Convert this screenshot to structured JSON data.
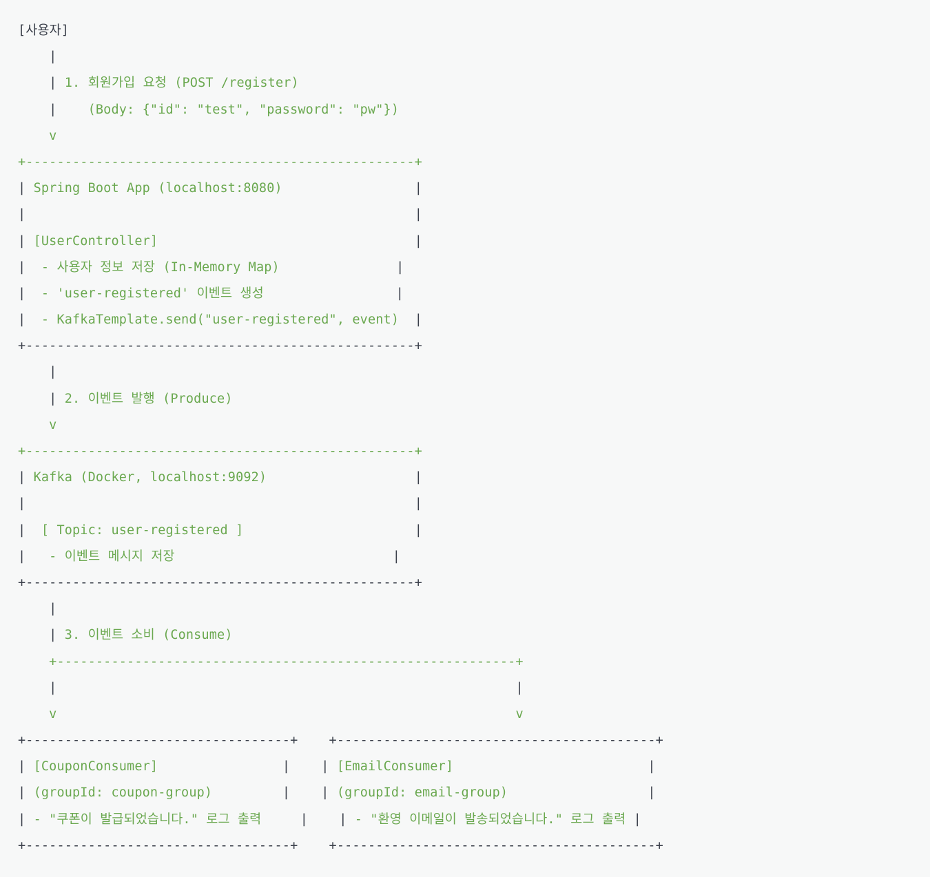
{
  "meta": {
    "kind": "ascii-art-architecture-diagram",
    "background_color": "#f7f8f8",
    "green_color": "#6aa84f",
    "dark_color": "#3a3f4a",
    "font": "monospace",
    "title": "Spring Boot + Kafka 이벤트 기반 회원가입 흐름도"
  },
  "colors": {
    "background": "#f7f8f8",
    "green": "#6aa84f",
    "dark": "#3a3f4a"
  },
  "actor": {
    "label": "[사용자]"
  },
  "steps": [
    {
      "number": "1.",
      "label": "회원가입 요청 (POST /register)",
      "detail": "(Body: {\"id\": \"test\", \"password\": \"pw\"})"
    },
    {
      "number": "2.",
      "label": "이벤트 발행 (Produce)",
      "detail": ""
    },
    {
      "number": "3.",
      "label": "이벤트 소비 (Consume)",
      "detail": ""
    }
  ],
  "boxes": [
    {
      "id": "spring-boot-app",
      "title": "Spring Boot App (localhost:8080)",
      "section": "[UserController]",
      "bullets": [
        "- 사용자 정보 저장 (In-Memory Map)",
        "- 'user-registered' 이벤트 생성",
        "- KafkaTemplate.send(\"user-registered\", event)"
      ]
    },
    {
      "id": "kafka",
      "title": "Kafka (Docker, localhost:9092)",
      "section": "[ Topic: user-registered ]",
      "bullets": [
        "- 이벤트 메시지 저장"
      ]
    },
    {
      "id": "coupon-consumer",
      "title": "[CouponConsumer]",
      "section": "(groupId: coupon-group)",
      "bullets": [
        "- \"쿠폰이 발급되었습니다.\" 로그 출력"
      ]
    },
    {
      "id": "email-consumer",
      "title": "[EmailConsumer]",
      "section": "(groupId: email-group)",
      "bullets": [
        "- \"환영 이메일이 발송되었습니다.\" 로그 출력"
      ]
    }
  ],
  "lines": [
    {
      "id": "l01",
      "segs": [
        {
          "t": "[사용자]",
          "c": "d"
        }
      ]
    },
    {
      "id": "l02",
      "segs": [
        {
          "t": "    ",
          "c": "g"
        },
        {
          "t": "|",
          "c": "d"
        }
      ]
    },
    {
      "id": "l03",
      "segs": [
        {
          "t": "    ",
          "c": "g"
        },
        {
          "t": "|",
          "c": "d"
        },
        {
          "t": " 1. 회원가입 요청 (POST /register)",
          "c": "g"
        }
      ]
    },
    {
      "id": "l04",
      "segs": [
        {
          "t": "    ",
          "c": "g"
        },
        {
          "t": "|",
          "c": "d"
        },
        {
          "t": "    (Body: {\"id\": \"test\", \"password\": \"pw\"})",
          "c": "g"
        }
      ]
    },
    {
      "id": "l05",
      "segs": [
        {
          "t": "    v",
          "c": "g"
        }
      ]
    },
    {
      "id": "l06",
      "segs": [
        {
          "t": "+--------------------------------------------------+",
          "c": "g"
        }
      ]
    },
    {
      "id": "l07",
      "segs": [
        {
          "t": "|",
          "c": "d"
        },
        {
          "t": " Spring Boot App (localhost:8080)",
          "c": "g"
        },
        {
          "t": "                 ",
          "c": "g"
        },
        {
          "t": "|",
          "c": "d"
        }
      ]
    },
    {
      "id": "l08",
      "segs": [
        {
          "t": "|",
          "c": "d"
        },
        {
          "t": "                                                  ",
          "c": "g"
        },
        {
          "t": "|",
          "c": "d"
        }
      ]
    },
    {
      "id": "l09",
      "segs": [
        {
          "t": "|",
          "c": "d"
        },
        {
          "t": " [UserController]",
          "c": "g"
        },
        {
          "t": "                                 ",
          "c": "g"
        },
        {
          "t": "|",
          "c": "d"
        }
      ]
    },
    {
      "id": "l10",
      "segs": [
        {
          "t": "|",
          "c": "d"
        },
        {
          "t": "  - 사용자 정보 저장 (In-Memory Map)",
          "c": "g"
        },
        {
          "t": "               ",
          "c": "g"
        },
        {
          "t": "|",
          "c": "d"
        }
      ]
    },
    {
      "id": "l11",
      "segs": [
        {
          "t": "|",
          "c": "d"
        },
        {
          "t": "  - 'user-registered' 이벤트 생성",
          "c": "g"
        },
        {
          "t": "                 ",
          "c": "g"
        },
        {
          "t": "|",
          "c": "d"
        }
      ]
    },
    {
      "id": "l12",
      "segs": [
        {
          "t": "|",
          "c": "d"
        },
        {
          "t": "  - KafkaTemplate.send(\"user-registered\", event)",
          "c": "g"
        },
        {
          "t": "  ",
          "c": "g"
        },
        {
          "t": "|",
          "c": "d"
        }
      ]
    },
    {
      "id": "l13",
      "segs": [
        {
          "t": "+--------------------------------------------------+",
          "c": "d"
        }
      ]
    },
    {
      "id": "l14",
      "segs": [
        {
          "t": "    ",
          "c": "g"
        },
        {
          "t": "|",
          "c": "d"
        }
      ]
    },
    {
      "id": "l15",
      "segs": [
        {
          "t": "    ",
          "c": "g"
        },
        {
          "t": "|",
          "c": "d"
        },
        {
          "t": " 2. 이벤트 발행 (Produce)",
          "c": "g"
        }
      ]
    },
    {
      "id": "l16",
      "segs": [
        {
          "t": "    v",
          "c": "g"
        }
      ]
    },
    {
      "id": "l17",
      "segs": [
        {
          "t": "+--------------------------------------------------+",
          "c": "g"
        }
      ]
    },
    {
      "id": "l18",
      "segs": [
        {
          "t": "|",
          "c": "d"
        },
        {
          "t": " Kafka (Docker, localhost:9092)",
          "c": "g"
        },
        {
          "t": "                   ",
          "c": "g"
        },
        {
          "t": "|",
          "c": "d"
        }
      ]
    },
    {
      "id": "l19",
      "segs": [
        {
          "t": "|",
          "c": "d"
        },
        {
          "t": "                                                  ",
          "c": "g"
        },
        {
          "t": "|",
          "c": "d"
        }
      ]
    },
    {
      "id": "l20",
      "segs": [
        {
          "t": "|",
          "c": "d"
        },
        {
          "t": "  [ Topic: user-registered ]",
          "c": "g"
        },
        {
          "t": "                      ",
          "c": "g"
        },
        {
          "t": "|",
          "c": "d"
        }
      ]
    },
    {
      "id": "l21",
      "segs": [
        {
          "t": "|",
          "c": "d"
        },
        {
          "t": "   - 이벤트 메시지 저장",
          "c": "g"
        },
        {
          "t": "                            ",
          "c": "g"
        },
        {
          "t": "|",
          "c": "d"
        }
      ]
    },
    {
      "id": "l22",
      "segs": [
        {
          "t": "+--------------------------------------------------+",
          "c": "d"
        }
      ]
    },
    {
      "id": "l23",
      "segs": [
        {
          "t": "    ",
          "c": "g"
        },
        {
          "t": "|",
          "c": "d"
        }
      ]
    },
    {
      "id": "l24",
      "segs": [
        {
          "t": "    ",
          "c": "g"
        },
        {
          "t": "|",
          "c": "d"
        },
        {
          "t": " 3. 이벤트 소비 (Consume)",
          "c": "g"
        }
      ]
    },
    {
      "id": "l25",
      "segs": [
        {
          "t": "    ",
          "c": "g"
        },
        {
          "t": "+-----------------------------------------------------------+",
          "c": "g"
        }
      ]
    },
    {
      "id": "l26",
      "segs": [
        {
          "t": "    ",
          "c": "g"
        },
        {
          "t": "|",
          "c": "d"
        },
        {
          "t": "                                                           ",
          "c": "g"
        },
        {
          "t": "|",
          "c": "d"
        }
      ]
    },
    {
      "id": "l27",
      "segs": [
        {
          "t": "    v",
          "c": "g"
        },
        {
          "t": "                                                           ",
          "c": "g"
        },
        {
          "t": "v",
          "c": "g"
        }
      ]
    },
    {
      "id": "l28",
      "segs": [
        {
          "t": "+----------------------------------+",
          "c": "d"
        },
        {
          "t": "    ",
          "c": "g"
        },
        {
          "t": "+-----------------------------------------+",
          "c": "d"
        }
      ]
    },
    {
      "id": "l29",
      "segs": [
        {
          "t": "|",
          "c": "d"
        },
        {
          "t": " [CouponConsumer]",
          "c": "g"
        },
        {
          "t": "                ",
          "c": "g"
        },
        {
          "t": "|",
          "c": "d"
        },
        {
          "t": "    ",
          "c": "g"
        },
        {
          "t": "|",
          "c": "d"
        },
        {
          "t": " [EmailConsumer]",
          "c": "g"
        },
        {
          "t": "                         ",
          "c": "g"
        },
        {
          "t": "|",
          "c": "d"
        }
      ]
    },
    {
      "id": "l30",
      "segs": [
        {
          "t": "|",
          "c": "d"
        },
        {
          "t": " (groupId: coupon-group)",
          "c": "g"
        },
        {
          "t": "         ",
          "c": "g"
        },
        {
          "t": "|",
          "c": "d"
        },
        {
          "t": "    ",
          "c": "g"
        },
        {
          "t": "|",
          "c": "d"
        },
        {
          "t": " (groupId: email-group)",
          "c": "g"
        },
        {
          "t": "                  ",
          "c": "g"
        },
        {
          "t": "|",
          "c": "d"
        }
      ]
    },
    {
      "id": "l31",
      "segs": [
        {
          "t": "|",
          "c": "d"
        },
        {
          "t": " - \"쿠폰이 발급되었습니다.\" 로그 출력",
          "c": "g"
        },
        {
          "t": "     ",
          "c": "g"
        },
        {
          "t": "|",
          "c": "d"
        },
        {
          "t": "    ",
          "c": "g"
        },
        {
          "t": "|",
          "c": "d"
        },
        {
          "t": " - \"환영 이메일이 발송되었습니다.\" 로그 출력",
          "c": "g"
        },
        {
          "t": " ",
          "c": "g"
        },
        {
          "t": "|",
          "c": "d"
        }
      ]
    },
    {
      "id": "l32",
      "segs": [
        {
          "t": "+----------------------------------+",
          "c": "d"
        },
        {
          "t": "    ",
          "c": "g"
        },
        {
          "t": "+-----------------------------------------+",
          "c": "d"
        }
      ]
    }
  ]
}
